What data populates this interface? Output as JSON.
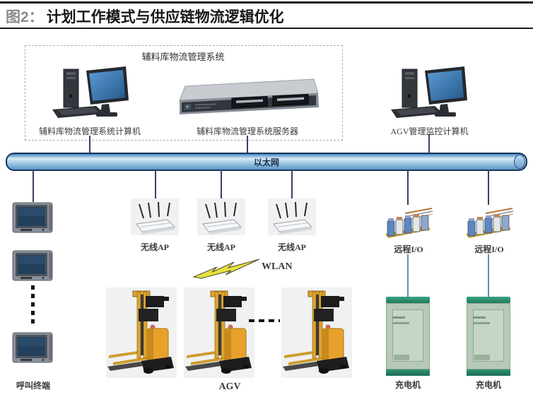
{
  "header": {
    "figure_tag": "图2：",
    "title": "计划工作模式与供应链物流逻辑优化"
  },
  "diagram": {
    "system_box_label": "辅料库物流管理系统",
    "computer_label": "辅料库物流管理系统计算机",
    "server_label": "辅料库物流管理系统服务器",
    "agv_computer_label": "AGV管理监控计算机",
    "bus_label": "以太网",
    "call_terminal_label": "呼叫终端",
    "wireless_ap_labels": [
      "无线AP",
      "无线AP",
      "无线AP"
    ],
    "wlan_label": "WLAN",
    "agv_label": "AGV",
    "remote_io_labels": [
      "远程I/O",
      "远程I/O"
    ],
    "charger_labels": [
      "充电机",
      "充电机"
    ],
    "colors": {
      "bus_fill": "#9cc8e4",
      "bus_border": "#18365c",
      "connector": "#3e3e68",
      "dashed_box": "#9cb3a1",
      "agv_orange": "#e8a22c",
      "charger_green": "#2f9473",
      "screen_blue": "#2e6da4",
      "lightning_yellow": "#e6e03c"
    }
  }
}
